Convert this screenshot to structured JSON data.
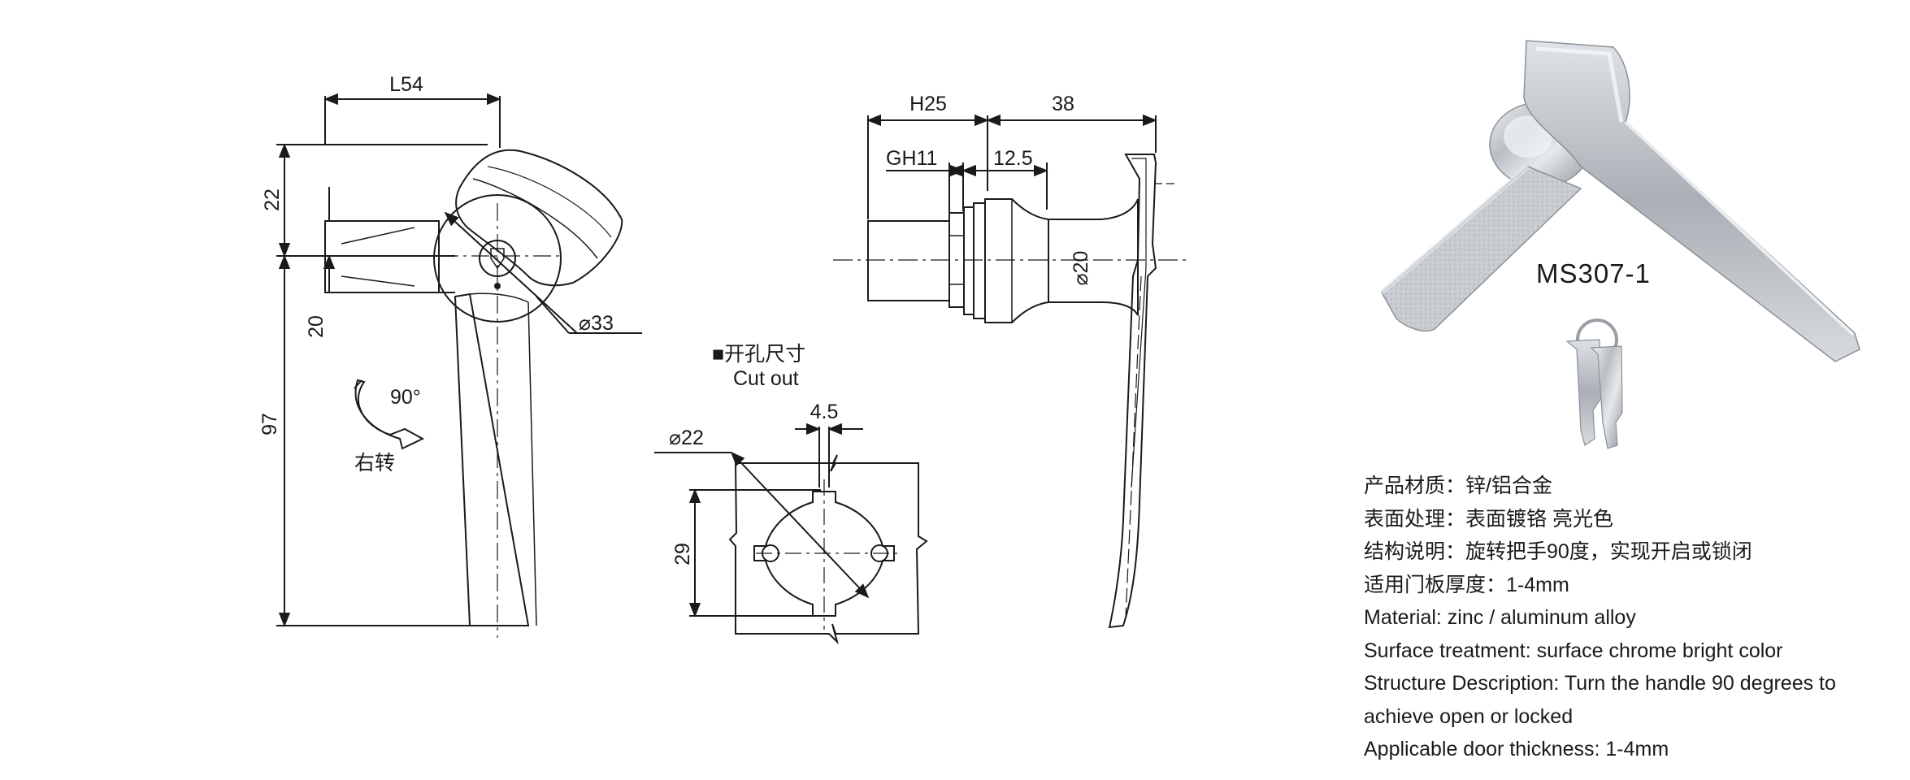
{
  "figure": {
    "front_view": {
      "dims": {
        "width": "L54",
        "top": "22",
        "bottom_gap": "20",
        "height": "97",
        "rotation": "90°",
        "diameter": "⌀33"
      },
      "rotation_label": "右转"
    },
    "cutout": {
      "title_cn": "■开孔尺寸",
      "title_en": "Cut out",
      "dims": {
        "slot": "4.5",
        "diameter": "⌀22",
        "height": "29"
      }
    },
    "side_view": {
      "dims": {
        "h": "H25",
        "depth": "38",
        "gh": "GH11",
        "neck": "12.5",
        "diameter": "⌀20"
      }
    }
  },
  "product": {
    "model": "MS307-1",
    "specs": [
      "产品材质：锌/铝合金",
      "表面处理：表面镀铬 亮光色",
      "结构说明：旋转把手90度，实现开启或锁闭",
      "适用门板厚度：1-4mm",
      "Material: zinc / aluminum alloy",
      "Surface treatment: surface chrome bright color",
      "Structure Description: Turn the handle 90 degrees to",
      "achieve open or locked",
      "Applicable door thickness: 1-4mm"
    ]
  }
}
